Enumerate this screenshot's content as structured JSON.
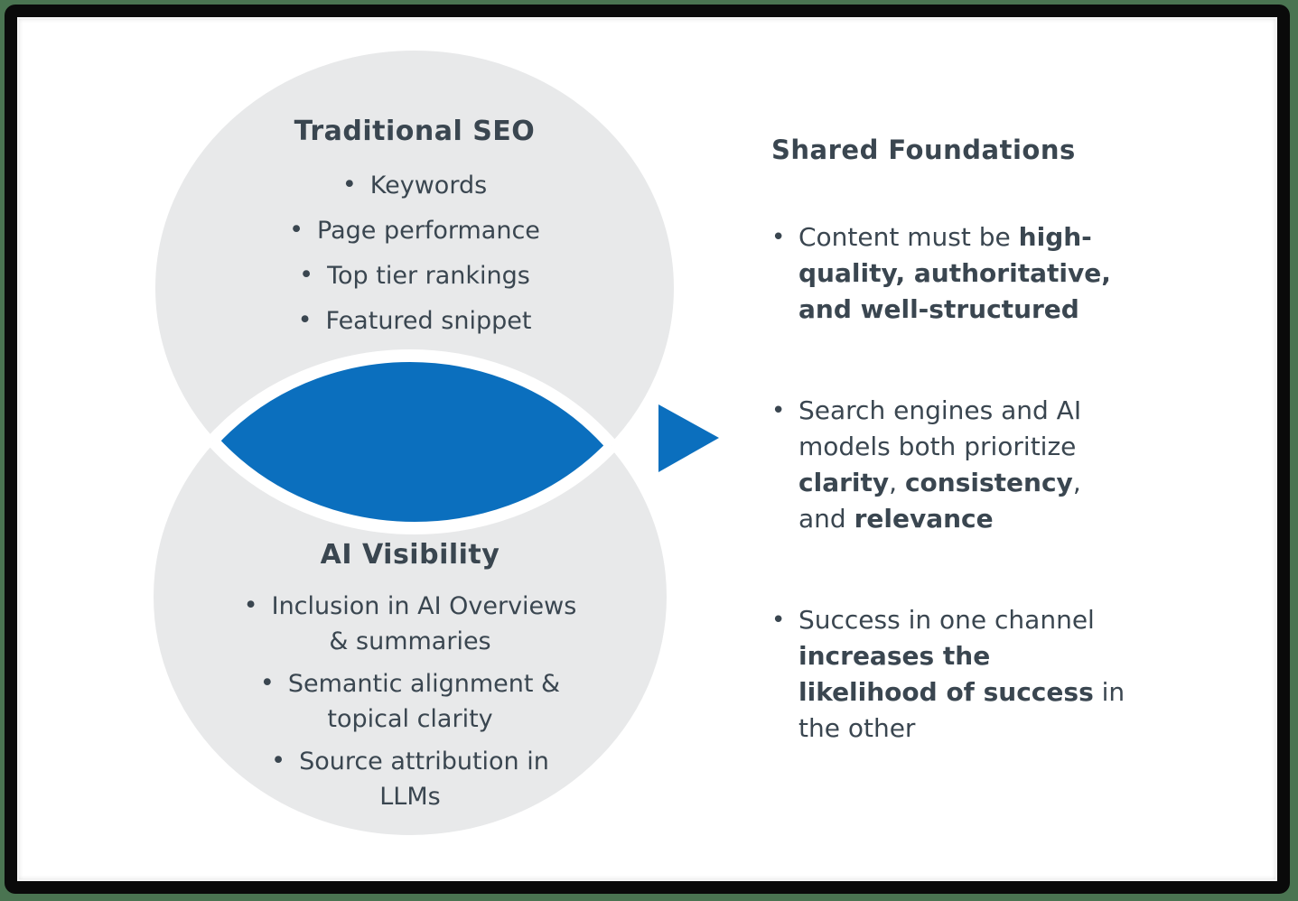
{
  "glyphs": {
    "bullet": "•"
  },
  "colors": {
    "circle_fill": "#e8e9ea",
    "accent_blue": "#0b6fbe",
    "text": "#3a4650",
    "frame_black": "#0a0a0a",
    "edge_green": "#4a7451",
    "slide_background": "#ffffff"
  },
  "venn": {
    "top_circle": {
      "title": "Traditional SEO",
      "items": [
        {
          "lines": [
            "Keywords"
          ]
        },
        {
          "lines": [
            "Page performance"
          ]
        },
        {
          "lines": [
            "Top tier rankings"
          ]
        },
        {
          "lines": [
            "Featured snippet"
          ]
        }
      ]
    },
    "bottom_circle": {
      "title": "AI Visibility",
      "items": [
        {
          "lines": [
            "Inclusion in AI Overviews",
            "& summaries"
          ]
        },
        {
          "lines": [
            "Semantic alignment &",
            "topical clarity"
          ]
        },
        {
          "lines": [
            "Source attribution in",
            "LLMs"
          ]
        }
      ]
    },
    "intersection_label": ""
  },
  "arrow": {
    "direction": "right"
  },
  "panel": {
    "heading": "Shared Foundations",
    "bullets": [
      {
        "segments": [
          {
            "text": "Content must be ",
            "bold": false
          },
          {
            "text": "high-\nquality, authoritative,\nand well-structured",
            "bold": true
          }
        ]
      },
      {
        "segments": [
          {
            "text": "Search engines and AI\nmodels both prioritize\n",
            "bold": false
          },
          {
            "text": "clarity",
            "bold": true
          },
          {
            "text": ", ",
            "bold": false
          },
          {
            "text": "consistency",
            "bold": true
          },
          {
            "text": ",\nand ",
            "bold": false
          },
          {
            "text": "relevance",
            "bold": true
          }
        ]
      },
      {
        "segments": [
          {
            "text": "Success in one channel\n",
            "bold": false
          },
          {
            "text": "increases the\nlikelihood of success",
            "bold": true
          },
          {
            "text": " in\nthe other",
            "bold": false
          }
        ]
      }
    ]
  }
}
